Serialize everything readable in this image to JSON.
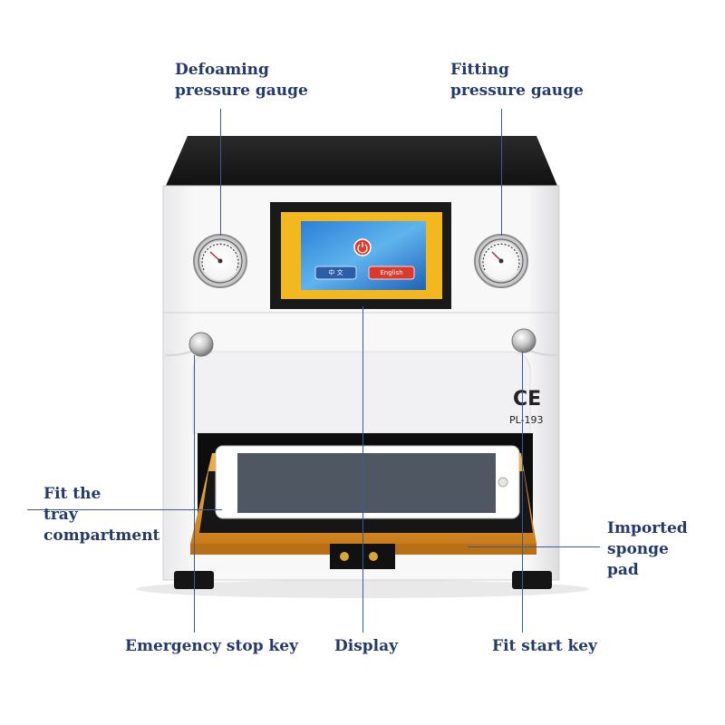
{
  "labels": {
    "defoaming_gauge": [
      "Defoaming",
      "pressure gauge"
    ],
    "fitting_gauge": [
      "Fitting",
      "pressure gauge"
    ],
    "tray": [
      "Fit the",
      "tray",
      "compartment"
    ],
    "sponge": [
      "Imported",
      "sponge",
      "pad"
    ],
    "emergency": "Emergency stop key",
    "display": "Display",
    "start": "Fit start key"
  },
  "machine": {
    "screen_button_left": "中 文",
    "screen_button_right": "English",
    "ce_mark": "CE",
    "model": "PL-193"
  },
  "colors": {
    "label_text": "#233a6b",
    "leader_line": "#3b5a9a",
    "screen_frame": "#f2b81e",
    "tray_orange": "#e09a2a"
  }
}
